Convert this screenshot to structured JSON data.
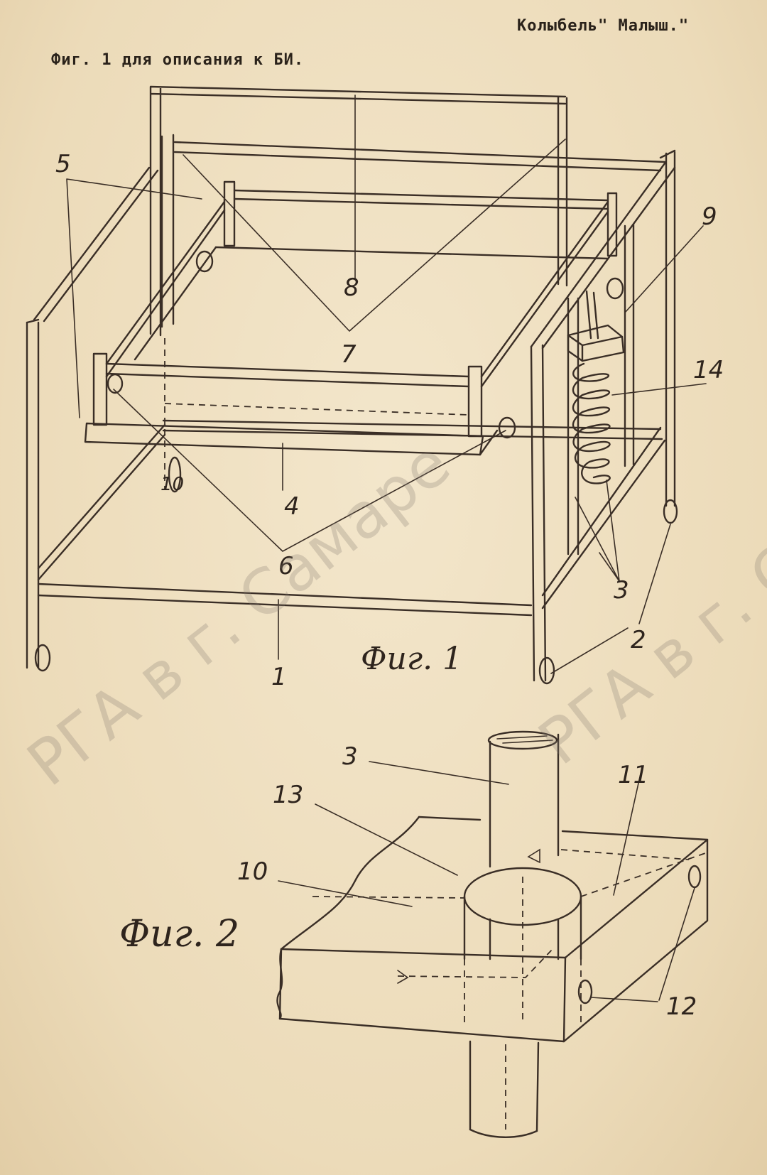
{
  "header": {
    "title": "Колыбель\" Малыш.\"",
    "caption": "Фиг. 1  для описания к БИ."
  },
  "figure1": {
    "label": "Фиг. 1",
    "callouts": [
      "1",
      "2",
      "3",
      "4",
      "5",
      "6",
      "7",
      "8",
      "9",
      "10",
      "14"
    ]
  },
  "figure2": {
    "label": "Фиг. 2",
    "callouts": [
      "3",
      "10",
      "11",
      "12",
      "13"
    ]
  },
  "watermark": {
    "text_left": "РГА в г. Самаре",
    "text_right": "РГА в г. С"
  },
  "colors": {
    "paper": "#efe0c2",
    "ink": "#3a2e26",
    "watermark": "#8a7f72"
  }
}
